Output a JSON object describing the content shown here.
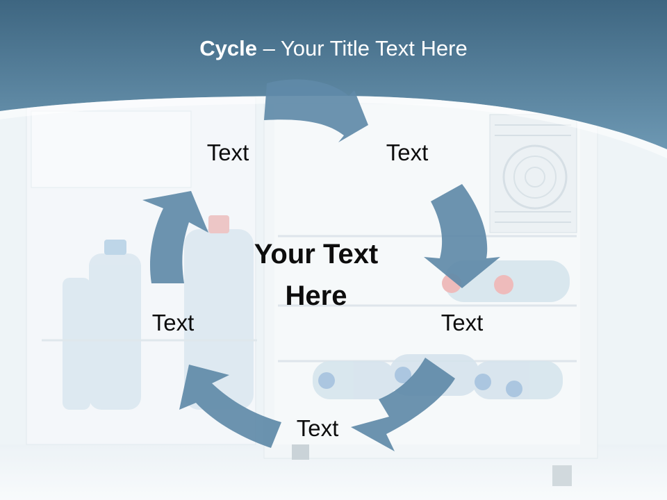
{
  "slide": {
    "title_bold": "Cycle",
    "title_rest": " – Your Title Text Here",
    "center_line1": "Your Text",
    "center_line2": "Here",
    "labels": [
      "Text",
      "Text",
      "Text",
      "Text",
      "Text"
    ]
  },
  "colors": {
    "header": "#4f7a94",
    "arrow": "#5f8aa8",
    "text": "#0d0d0d",
    "title_text": "#ffffff"
  },
  "background_icon": "mini-fridge-photo"
}
